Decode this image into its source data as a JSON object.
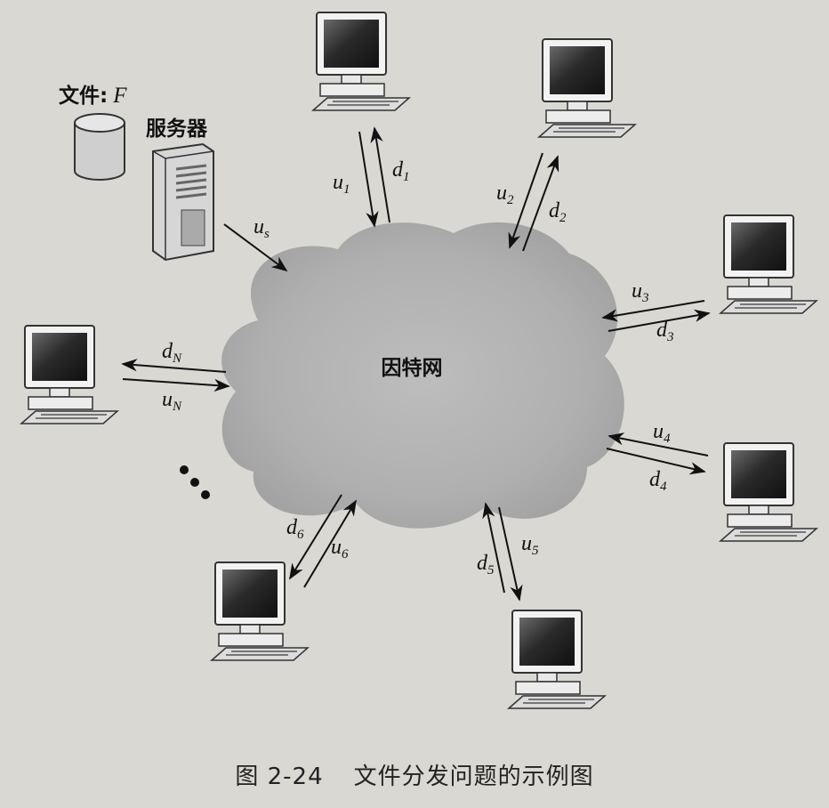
{
  "cloud_label": "因特网",
  "file_label": "文件: F",
  "server_label": "服务器",
  "links": {
    "server": "u_s",
    "peer1": [
      "u_1",
      "d_1"
    ],
    "peer2": [
      "u_2",
      "d_2"
    ],
    "peer3": [
      "u_3",
      "d_3"
    ],
    "peer4": [
      "u_4",
      "d_4"
    ],
    "peer5": [
      "u_5",
      "d_5"
    ],
    "peer6": [
      "u_6",
      "d_6"
    ],
    "peerN": [
      "u_N",
      "d_N"
    ]
  },
  "caption": {
    "figure_number": "图 2-24",
    "title": "文件分发问题的示例图"
  },
  "icons": [
    "database-icon",
    "server-tower-icon",
    "computer-icon",
    "cloud-icon",
    "ellipsis-dots-icon"
  ]
}
